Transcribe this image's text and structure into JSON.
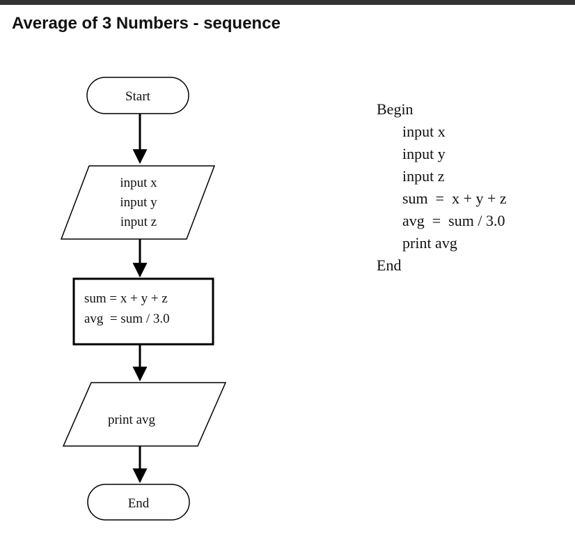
{
  "title": "Average of 3 Numbers - sequence",
  "flowchart": {
    "start": "Start",
    "input": [
      "input x",
      "input y",
      "input z"
    ],
    "process": [
      "sum = x + y + z",
      "avg  = sum / 3.0"
    ],
    "output": "print avg",
    "end": "End"
  },
  "pseudocode": {
    "begin": "Begin",
    "body": [
      "input x",
      "input y",
      "input z",
      "sum  =  x + y + z",
      "avg  =  sum / 3.0",
      "print avg"
    ],
    "end": "End"
  }
}
